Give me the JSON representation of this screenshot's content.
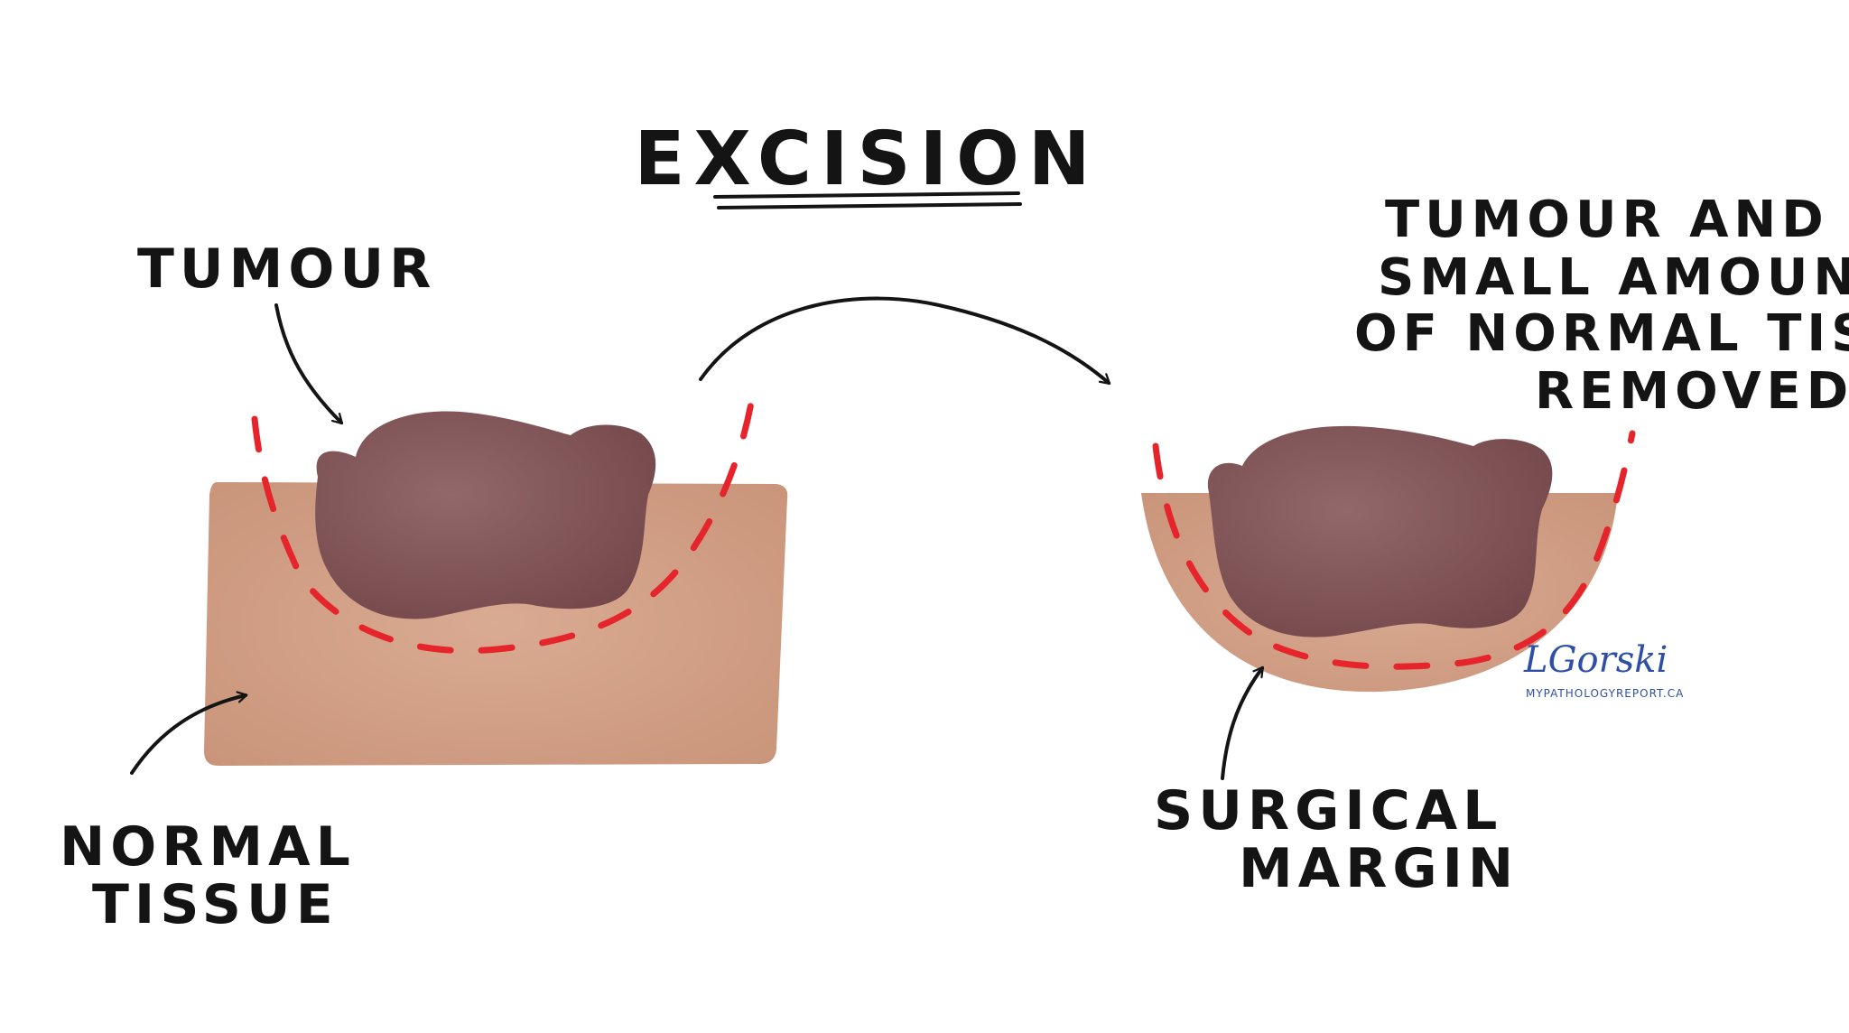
{
  "title": "EXCISION",
  "labels": {
    "tumour": "TUMOUR",
    "normal_tissue_line1": "NORMAL",
    "normal_tissue_line2": "TISSUE",
    "removed_line1": "TUMOUR AND",
    "removed_line2": "SMALL AMOUNT",
    "removed_line3": "OF NORMAL TISSUE",
    "removed_line4": "REMOVED",
    "margin_line1": "SURGICAL",
    "margin_line2": "MARGIN"
  },
  "signature": {
    "name": "LGorski",
    "url": "MYPATHOLOGYREPORT.CA"
  },
  "colors": {
    "tissue": "#cf9b7e",
    "tissue_light": "#ddb59e",
    "tumour": "#7b4d50",
    "tumour_light": "#93686a",
    "margin_line": "#e5252b",
    "ink": "#141414",
    "signature": "#2f4fa6"
  }
}
